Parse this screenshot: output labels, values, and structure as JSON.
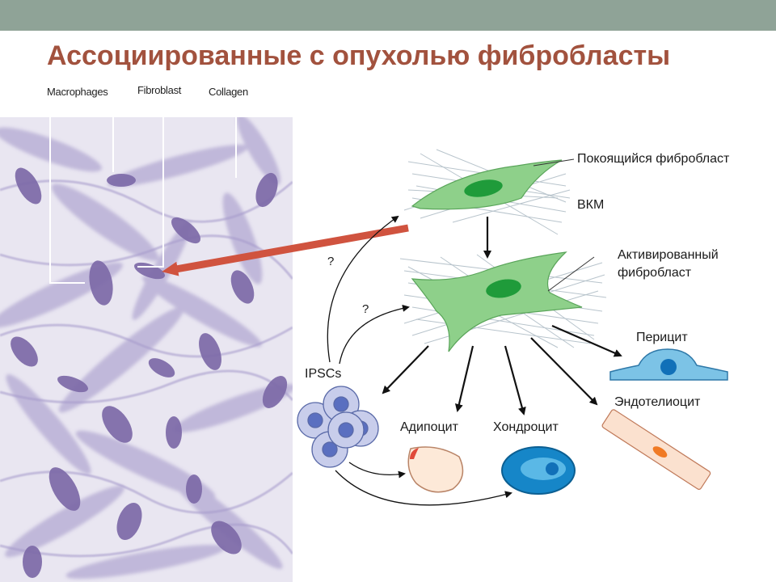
{
  "slide": {
    "title": "Ассоциированные с опухолью фибробласты",
    "colors": {
      "topbar": "#8fa397",
      "title": "#a2523e",
      "arrow": "#d0533f",
      "cell_green": "#8ed08a",
      "nucleus_green": "#1f9b3a",
      "stain": "#8a7bb8"
    }
  },
  "micrograph": {
    "labels": {
      "macrophages": "Macrophages",
      "fibroblast": "Fibroblast",
      "collagen": "Collagen"
    }
  },
  "diagram": {
    "resting_fibroblast": "Покоящийся фибробласт",
    "ecm": "ВКМ",
    "activated_fibroblast_line1": "Активированный",
    "activated_fibroblast_line2": "фибробласт",
    "pericyte": "Перицит",
    "endotheliocyte": "Эндотелиоцит",
    "ipscs": "IPSCs",
    "adipocyte": "Адипоцит",
    "chondrocyte": "Хондроцит",
    "question_1": "?",
    "question_2": "?"
  }
}
